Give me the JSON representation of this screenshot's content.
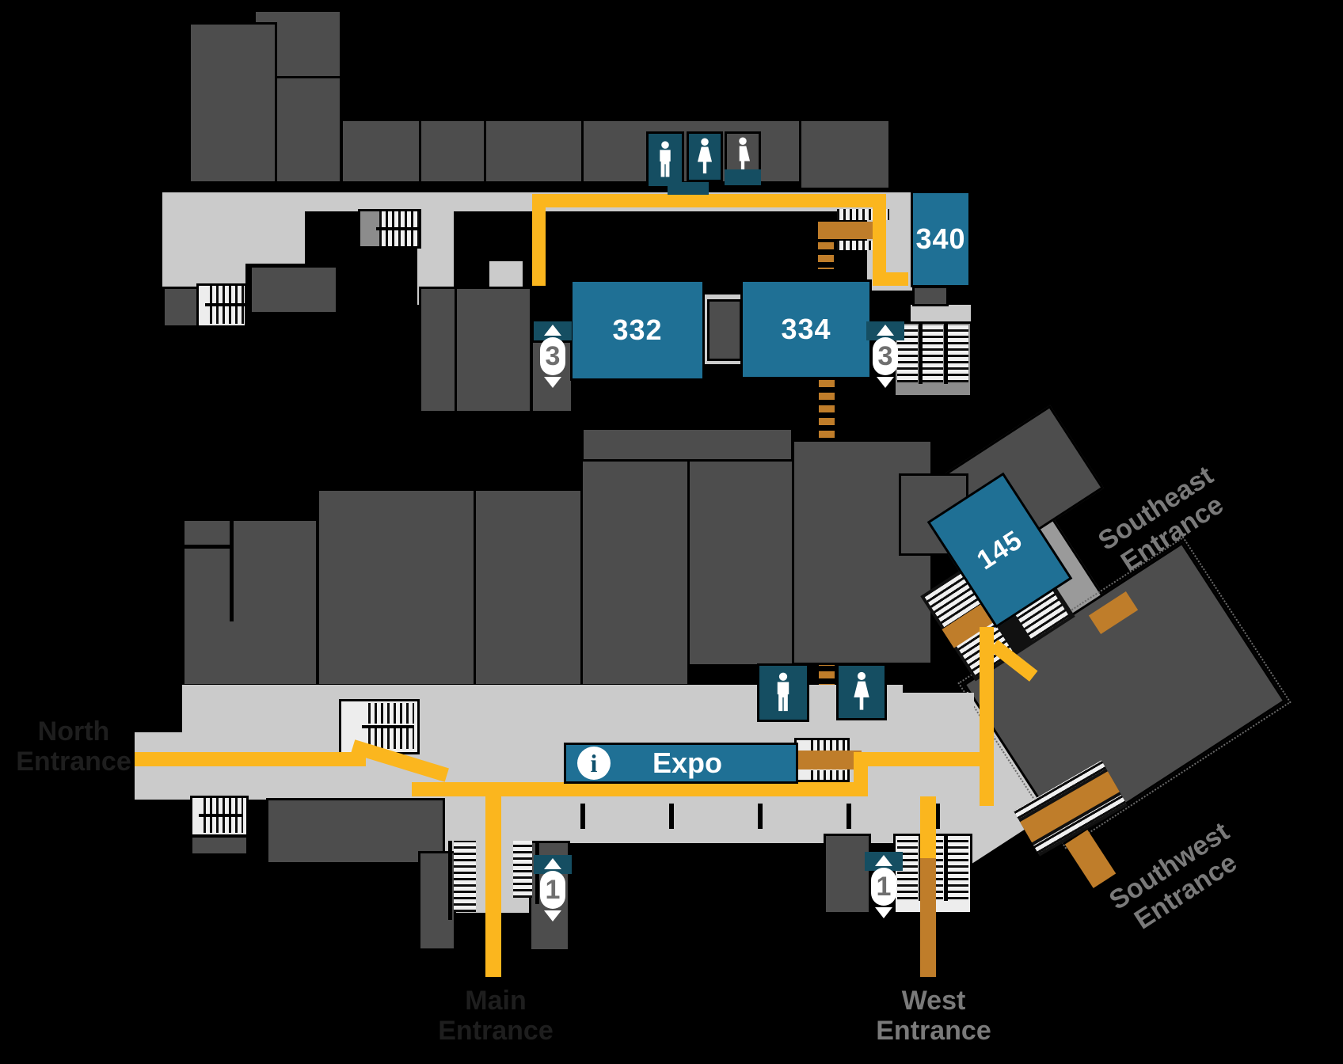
{
  "colors": {
    "background": "#000000",
    "room_dark": "#4d4d4d",
    "corridor_light": "#cbcbcb",
    "room_blue": "#1f7095",
    "restroom_teal": "#154e62",
    "route_orange": "#fbb61e",
    "escalator_brown": "#bf7d2a",
    "entrance_label_dark": "#1e1e1e",
    "entrance_label_gray": "#7a7a7a",
    "elevator_number_gray": "#6f6f6f"
  },
  "floor3": {
    "room_332": "332",
    "room_334": "334",
    "room_340": "340",
    "elevator_left_label": "3",
    "elevator_right_label": "3"
  },
  "floor1": {
    "room_145": "145",
    "expo_label": "Expo",
    "info_symbol": "i",
    "elevator_main_label": "1",
    "elevator_west_label": "1"
  },
  "entrances": {
    "north": {
      "line1": "North",
      "line2": "Entrance"
    },
    "main": {
      "line1": "Main",
      "line2": "Entrance"
    },
    "west": {
      "line1": "West",
      "line2": "Entrance"
    },
    "southeast": {
      "line1": "Southeast",
      "line2": "Entrance"
    },
    "southwest": {
      "line1": "Southwest",
      "line2": "Entrance"
    }
  },
  "icons": {
    "floor3_restrooms": [
      "men-restroom-icon",
      "women-restroom-icon",
      "all-gender-restroom-icon"
    ],
    "floor1_restrooms": [
      "men-restroom-icon",
      "women-restroom-icon"
    ],
    "info": "info-icon"
  }
}
